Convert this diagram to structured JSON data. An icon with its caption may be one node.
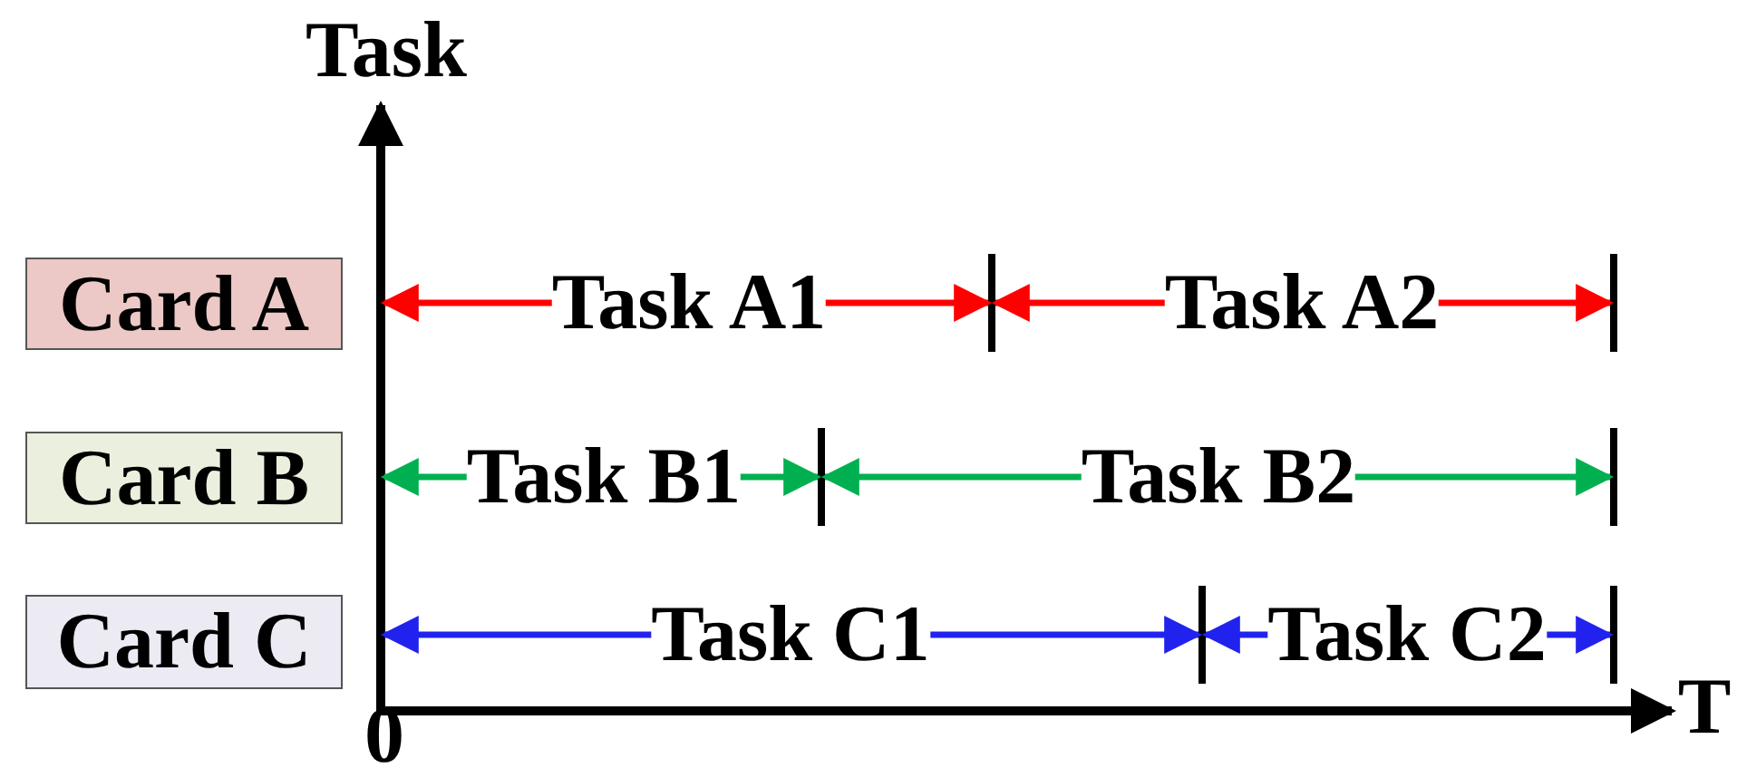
{
  "diagram": {
    "nodes": [
      {
        "text": [
          "Card A"
        ]
      },
      {
        "text": [
          "Card B"
        ]
      },
      {
        "text": [
          "Card C"
        ]
      }
    ],
    "labels": [
      "Task",
      "Task A1",
      "Task A2",
      "Task B1",
      "Task B2",
      "Task C1",
      "Task C2",
      "0",
      "T"
    ]
  }
}
